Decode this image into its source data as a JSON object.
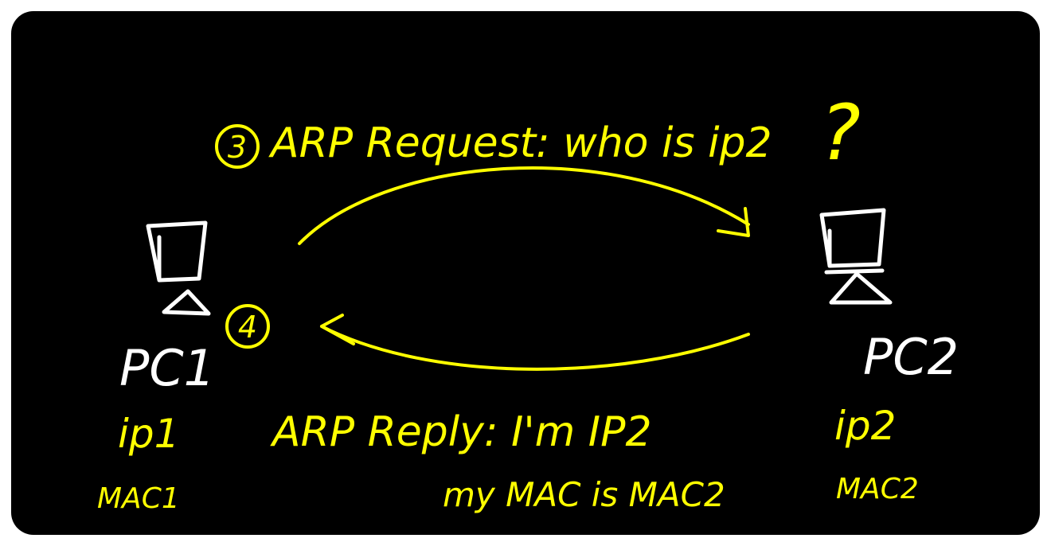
{
  "colors": {
    "board": "#000000",
    "annotation": "#ffff00",
    "pc_drawing": "#ffffff"
  },
  "request": {
    "step": "3",
    "text": "ARP Request: who is ip2",
    "question_mark": "?"
  },
  "reply": {
    "step": "4",
    "line1": "ARP Reply: I'm IP2",
    "line2": "my MAC is MAC2"
  },
  "pc1": {
    "label": "PC1",
    "ip": "ip1",
    "mac": "MAC1"
  },
  "pc2": {
    "label": "PC2",
    "ip": "ip2",
    "mac": "MAC2"
  }
}
